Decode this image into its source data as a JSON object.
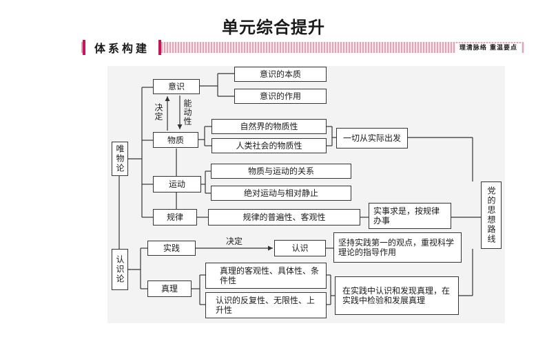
{
  "title": "单元综合提升",
  "banner": {
    "tag": "体系构建",
    "right": "理清脉络  重温要点"
  },
  "nodes": {
    "weiwulun": "唯物论",
    "renshilun": "认识论",
    "yishi": "意识",
    "yishi_benzhi": "意识的本质",
    "yishi_zuoyong": "意识的作用",
    "juedin_v": "决定",
    "nengdongxing": "能动性",
    "wuzhi": "物质",
    "ziranjie": "自然界的物质性",
    "renlei": "人类社会的物质性",
    "yiqie": "一切从实际出发",
    "yundong": "运动",
    "wuzhi_yundong": "物质与运动的关系",
    "jueduiyundong": "绝对运动与相对静止",
    "guilv": "规律",
    "guilv_pubian": "规律的普遍性、客观性",
    "shishi": "实事求是，按规律办事",
    "sixiang": "党的思想路线",
    "shijian": "实践",
    "jueding_h": "决定",
    "renshi": "认识",
    "jianchi": "坚持实践第一的观点，重视科学理论的指导作用",
    "zhenli": "真理",
    "zhenli_keguan": "真理的客观性、具体性、条件性",
    "renshi_fanfu": "认识的反复性、无限性、上升性",
    "zaishijian": "在实践中认识和发现真理，在实践中检验和发展真理"
  }
}
